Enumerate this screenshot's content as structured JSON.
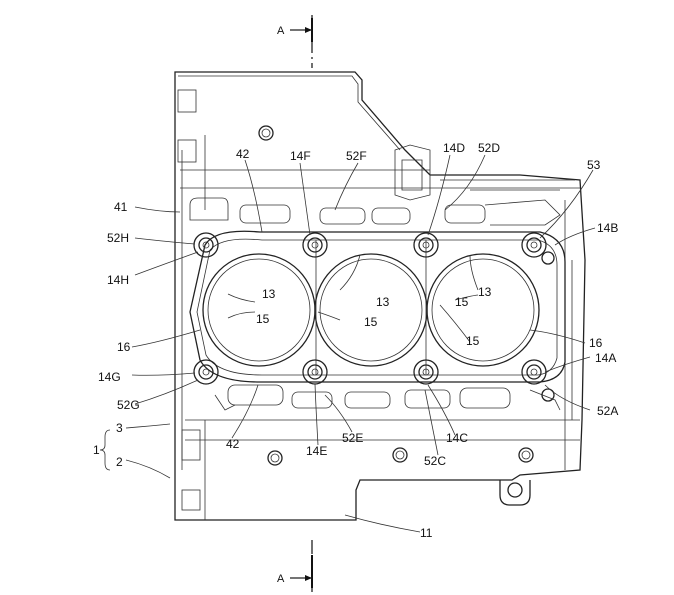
{
  "section": {
    "label": "A"
  },
  "labels": {
    "n42": "42",
    "n14F": "14F",
    "n52F": "52F",
    "n14D": "14D",
    "n52D": "52D",
    "n53": "53",
    "n41": "41",
    "n52H": "52H",
    "n14B": "14B",
    "n14H": "14H",
    "n13": "13",
    "n15": "15",
    "n16": "16",
    "n14G": "14G",
    "n52G": "52G",
    "n14A": "14A",
    "n52A": "52A",
    "n1": "1",
    "n3": "3",
    "n2": "2",
    "n14E": "14E",
    "n52E": "52E",
    "n14C": "14C",
    "n52C": "52C",
    "n11": "11"
  }
}
